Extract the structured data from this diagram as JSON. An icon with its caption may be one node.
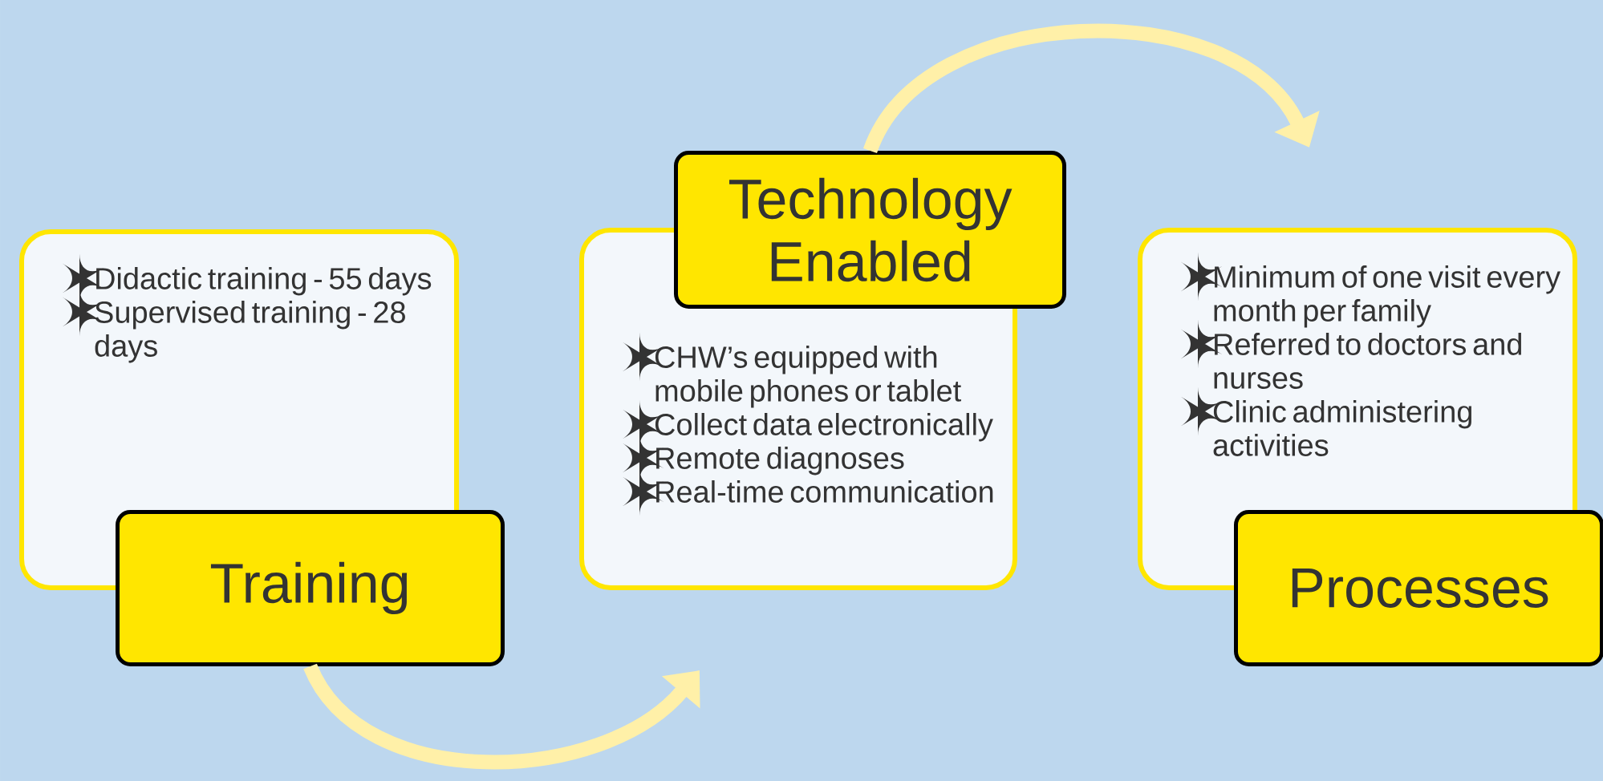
{
  "diagram": {
    "nodes": [
      {
        "text": [
          "Didactic training - 55 days",
          "Supervised training - 28 days"
        ]
      },
      {
        "text": [
          "Training"
        ]
      },
      {
        "text": [
          "CHW’s equipped with mobile phones or tablet",
          "Collect data electronically",
          "Remote diagnoses",
          "Real-time communication"
        ]
      },
      {
        "text": [
          "Technology Enabled"
        ]
      },
      {
        "text": [
          "Minimum of one visit every month per family",
          "Referred to doctors and nurses",
          "Clinic administering activities"
        ]
      },
      {
        "text": [
          "Processes"
        ]
      }
    ],
    "edges": [
      {
        "from": 1,
        "to": 2,
        "arrow": "to"
      },
      {
        "from": 3,
        "to": 4,
        "arrow": "to"
      }
    ]
  }
}
